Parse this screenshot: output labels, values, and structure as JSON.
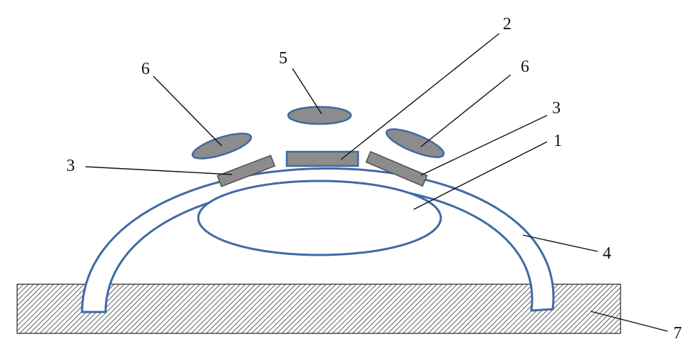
{
  "labels": {
    "l1": "1",
    "l2": "2",
    "l3_left": "3",
    "l3_right": "3",
    "l4": "4",
    "l5": "5",
    "l6_left": "6",
    "l6_right": "6",
    "l7": "7"
  },
  "colors": {
    "outline": "#3f6aa3",
    "component_fill": "#8c8c8c",
    "component_stroke": "#505050",
    "hatch": "#3a3a3a",
    "background": "#ffffff"
  }
}
